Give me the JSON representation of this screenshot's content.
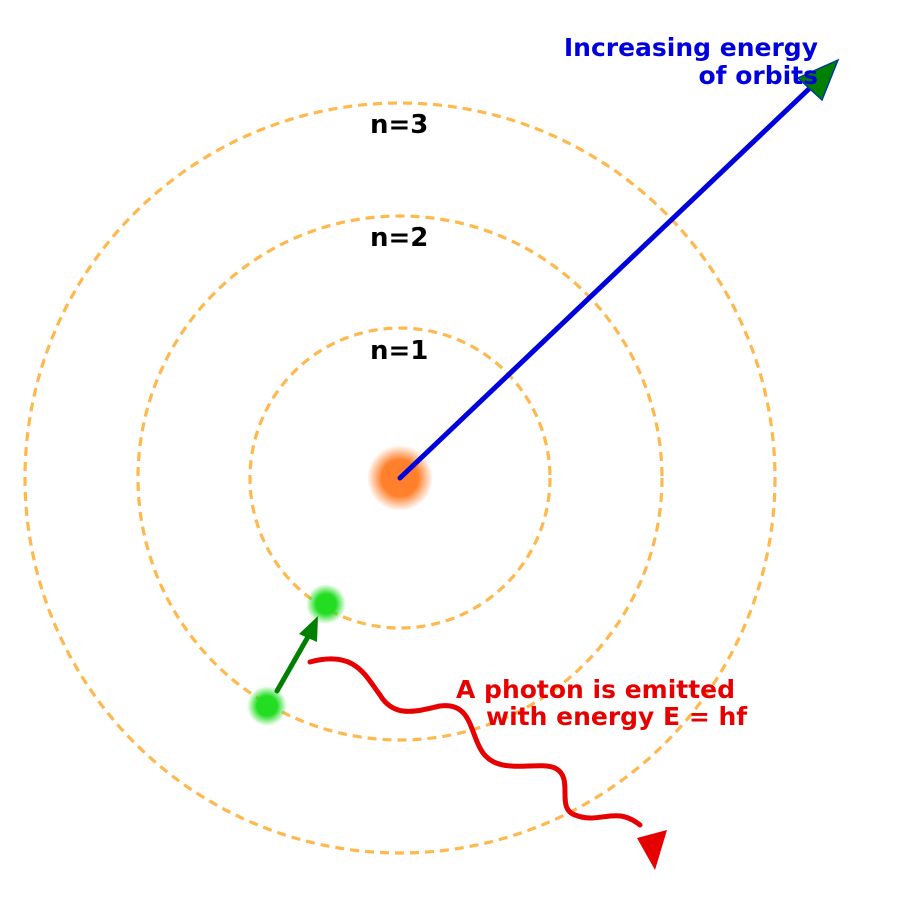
{
  "orbits": [
    {
      "label": "n=1"
    },
    {
      "label": "n=2"
    },
    {
      "label": "n=3"
    }
  ],
  "energy_arrow": {
    "line1": "Increasing energy",
    "line2": "of orbits"
  },
  "photon": {
    "line1": "A photon is emitted",
    "line2": "with energy E = hf"
  },
  "colors": {
    "orbit": "#ffb84d",
    "nucleus": "#ff7f2a",
    "electron": "#22dd22",
    "transition_arrow": "#008000",
    "energy_arrow": "#0000dd",
    "energy_arrowhead": "#008000",
    "photon": "#e60000"
  }
}
